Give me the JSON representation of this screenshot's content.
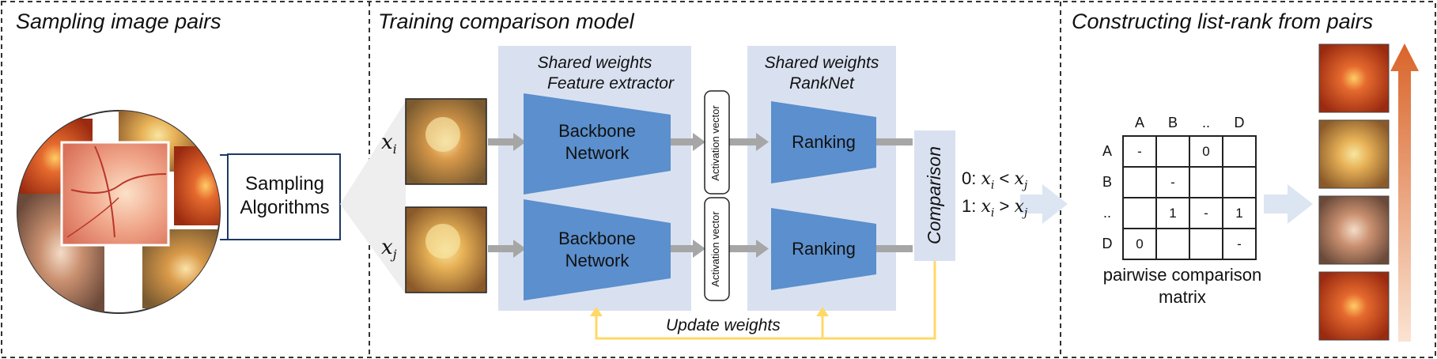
{
  "sections": {
    "sampling": {
      "title": "Sampling image pairs",
      "box_label_line1": "Sampling",
      "box_label_line2": "Algorithms"
    },
    "training": {
      "title": "Training comparison model",
      "feature_group_line1": "Shared weights",
      "feature_group_line2": "Feature extractor",
      "rank_group_line1": "Shared weights",
      "rank_group_line2": "RankNet",
      "backbone_line1": "Backbone",
      "backbone_line2": "Network",
      "activation_label": "Activation vector",
      "ranking_label": "Ranking",
      "comparison_label": "Comparison",
      "update_label": "Update weights",
      "input_i": "x",
      "input_i_sub": "i",
      "input_j": "x",
      "input_j_sub": "j",
      "result_0": "0:",
      "result_1": "1:",
      "result_0_op": "<",
      "result_1_op": ">"
    },
    "constructing": {
      "title": "Constructing list-rank from pairs",
      "matrix_caption_line1": "pairwise comparison",
      "matrix_caption_line2": "matrix",
      "col_headers": [
        "A",
        "B",
        "..",
        "D"
      ],
      "row_headers": [
        "A",
        "B",
        "..",
        "D"
      ],
      "cells": [
        [
          "-",
          "",
          "0",
          ""
        ],
        [
          "",
          "-",
          "",
          ""
        ],
        [
          "",
          "1",
          "-",
          "1"
        ],
        [
          "0",
          "",
          "",
          "-"
        ]
      ]
    }
  },
  "colors": {
    "box_blue": "#5b8fcd",
    "group_bg": "#d9e1f0",
    "arrow_gray": "#a6a6a6",
    "update_yellow": "#ffd966",
    "big_arrow": "#dce5f2",
    "rank_arrow": "#e07a3a"
  }
}
